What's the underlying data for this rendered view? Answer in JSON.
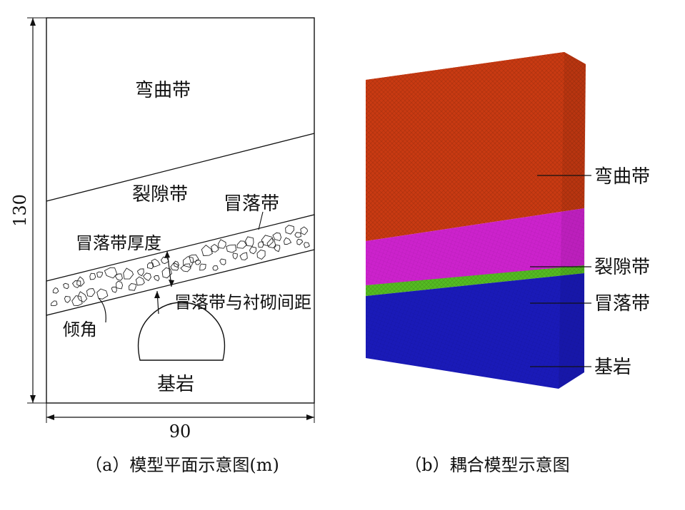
{
  "panel_a": {
    "zones": {
      "bending": "弯曲带",
      "fracture": "裂隙带",
      "caving": "冒落带",
      "bedrock": "基岩"
    },
    "annotations": {
      "caving_thickness": "冒落带厚度",
      "lining_distance": "冒落带与衬砌间距",
      "dip_angle": "倾角"
    },
    "dimensions": {
      "height": "130",
      "width": "90"
    },
    "caption": "（a）模型平面示意图(m)"
  },
  "panel_b": {
    "labels": {
      "bending": "弯曲带",
      "fracture": "裂隙带",
      "caving": "冒落带",
      "bedrock": "基岩"
    },
    "colors": {
      "bending": "#c83a12",
      "fracture": "#cc22cc",
      "caving": "#55bb22",
      "bedrock": "#1a1ab8"
    },
    "caption": "（b）耦合模型示意图"
  }
}
